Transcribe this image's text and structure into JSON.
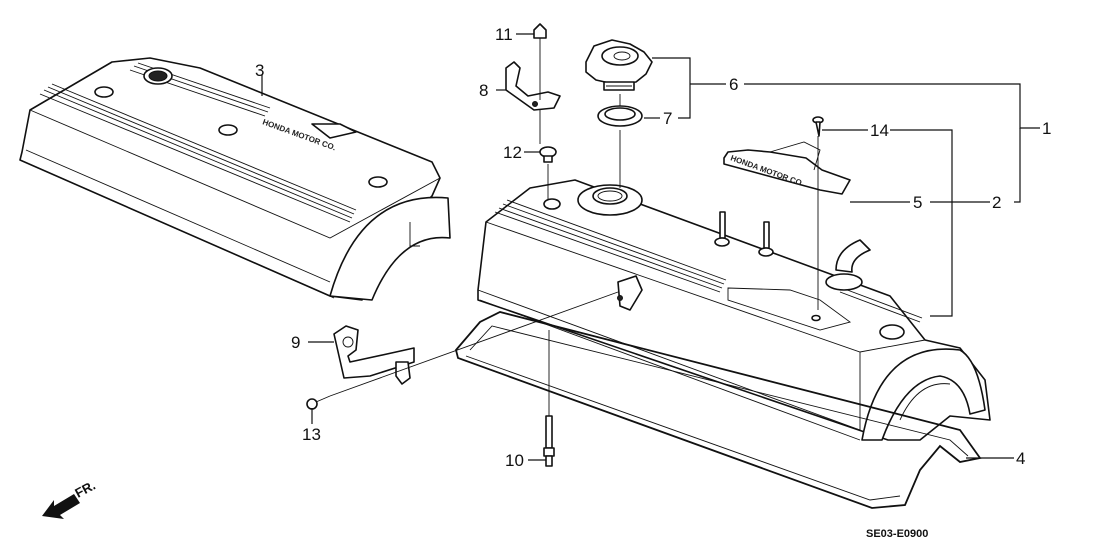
{
  "diagram": {
    "title": "Valve cover exploded parts diagram",
    "diagram_code": "SE03-E0900",
    "direction_indicator": {
      "label": "FR.",
      "icon": "front-arrow-icon"
    },
    "embossed_text": {
      "cover_text": "HONDA MOTOR CO.",
      "plate_text": "HONDA MOTOR CO"
    },
    "callouts": [
      {
        "id": "1",
        "label": "1"
      },
      {
        "id": "2",
        "label": "2"
      },
      {
        "id": "3",
        "label": "3"
      },
      {
        "id": "4",
        "label": "4"
      },
      {
        "id": "5",
        "label": "5"
      },
      {
        "id": "6",
        "label": "6"
      },
      {
        "id": "7",
        "label": "7"
      },
      {
        "id": "8",
        "label": "8"
      },
      {
        "id": "9",
        "label": "9"
      },
      {
        "id": "10",
        "label": "10"
      },
      {
        "id": "11",
        "label": "11"
      },
      {
        "id": "12",
        "label": "12"
      },
      {
        "id": "13",
        "label": "13"
      },
      {
        "id": "14",
        "label": "14"
      }
    ],
    "parts": [
      {
        "callout": "3",
        "name": "valve-cover-assembled"
      },
      {
        "callout": "6",
        "name": "oil-filler-cap"
      },
      {
        "callout": "7",
        "name": "cap-gasket"
      },
      {
        "callout": "8",
        "name": "wire-clamp-bracket"
      },
      {
        "callout": "11",
        "name": "cap-nut"
      },
      {
        "callout": "12",
        "name": "sealing-washer"
      },
      {
        "callout": "14",
        "name": "screw"
      },
      {
        "callout": "5",
        "name": "emblem-plate"
      },
      {
        "callout": "2",
        "name": "valve-cover"
      },
      {
        "callout": "9",
        "name": "cable-bracket"
      },
      {
        "callout": "13",
        "name": "bolt"
      },
      {
        "callout": "10",
        "name": "stud-bolt"
      },
      {
        "callout": "4",
        "name": "valve-cover-gasket"
      }
    ]
  }
}
